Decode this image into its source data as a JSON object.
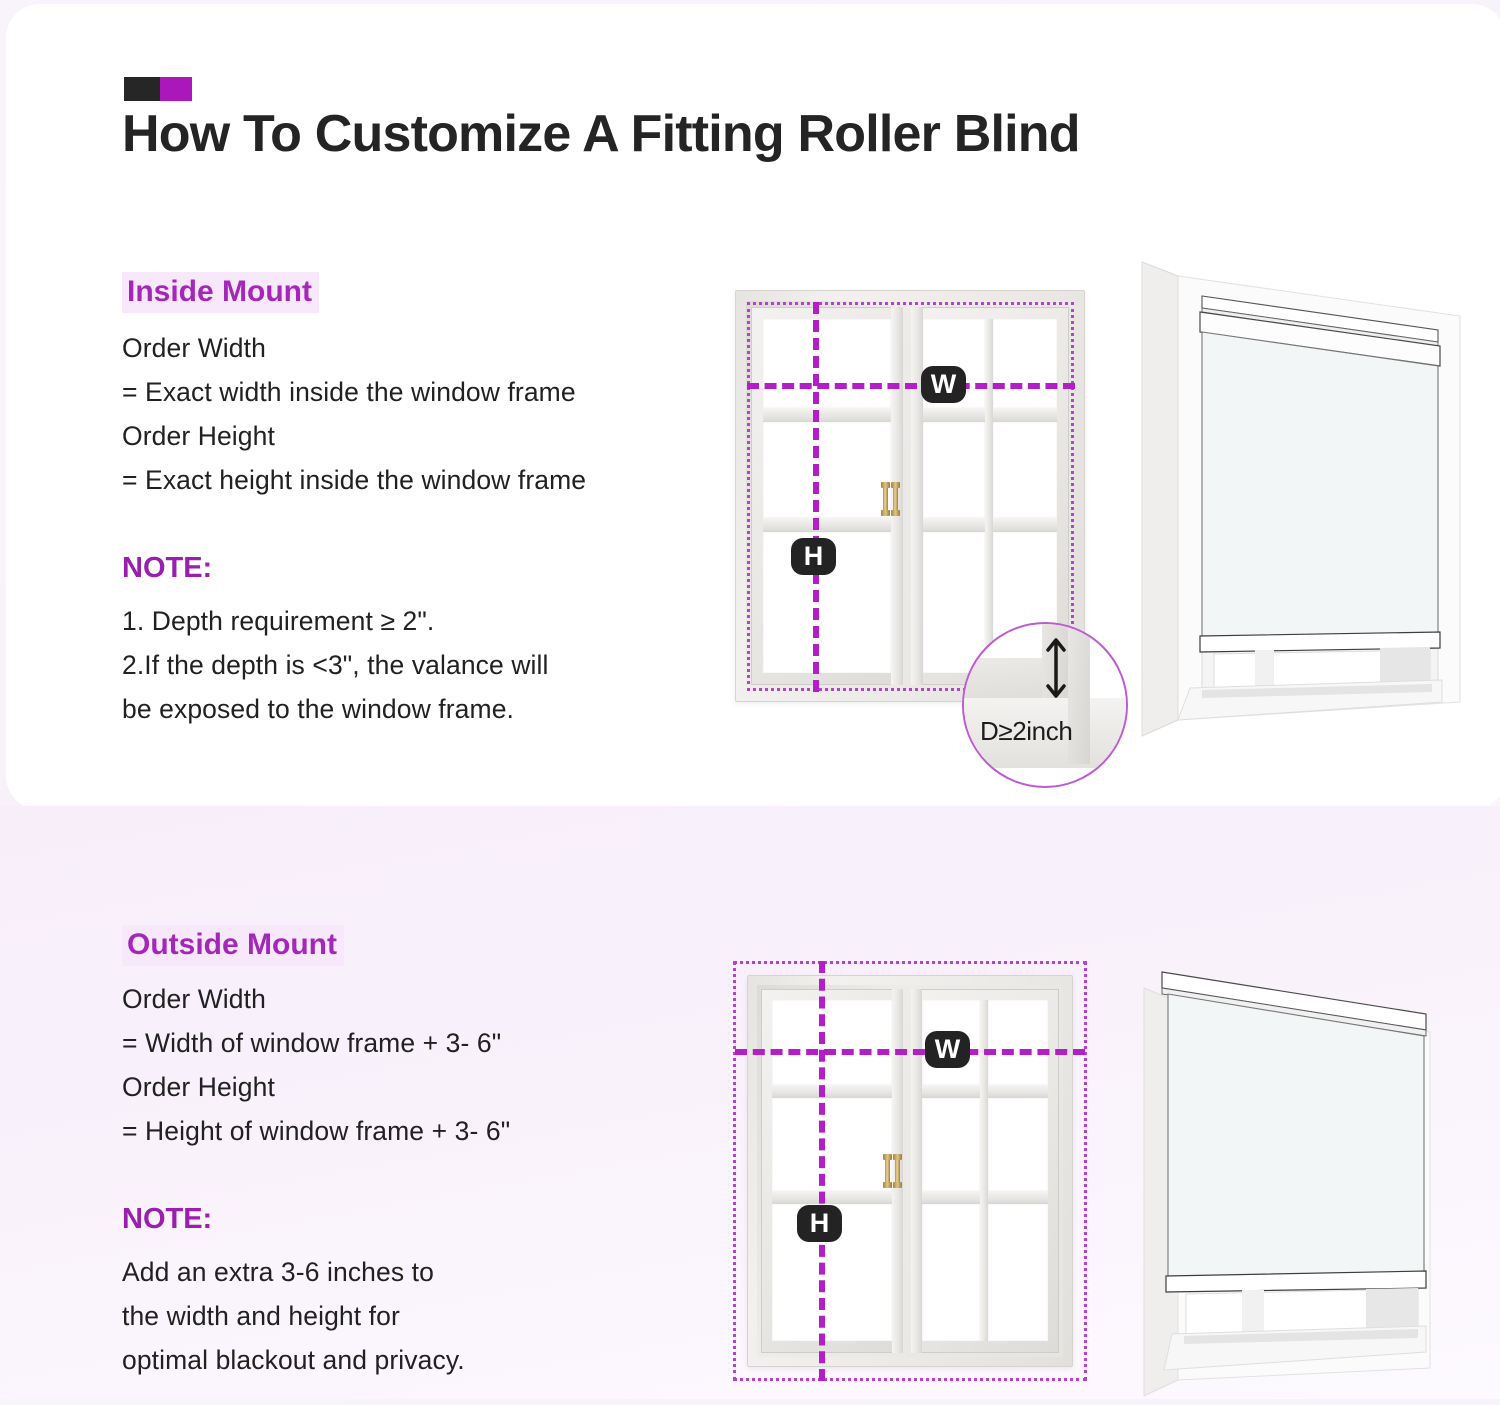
{
  "header": {
    "title": "How To Customize A Fitting Roller Blind",
    "mark_dark_color": "#262626",
    "mark_accent_color": "#aa18bb"
  },
  "sections": [
    {
      "id": "inside-mount",
      "label": "Inside Mount",
      "lines": [
        "Order Width",
        "= Exact width inside the window frame",
        "Order Height",
        "= Exact height inside the window frame"
      ],
      "note_label": "NOTE:",
      "note_lines": [
        "1. Depth requirement ≥ 2\".",
        "2.If the depth is <3\", the valance will",
        "be exposed to the window frame."
      ],
      "diagram": {
        "width_badge": "W",
        "height_badge": "H",
        "depth_callout": "D≥2inch"
      }
    },
    {
      "id": "outside-mount",
      "label": "Outside Mount",
      "lines": [
        "Order Width",
        "= Width of window frame + 3- 6\"",
        "Order Height",
        "= Height of window frame + 3- 6\""
      ],
      "note_label": "NOTE:",
      "note_lines": [
        "Add an extra 3-6 inches to",
        "the width and height for",
        "optimal blackout and privacy."
      ],
      "diagram": {
        "width_badge": "W",
        "height_badge": "H"
      }
    }
  ],
  "colors": {
    "accent_purple": "#a428b8",
    "measure_line": "#b41ec9",
    "highlight_bg": "#f7e9fb",
    "badge_bg": "#232323",
    "page_bg": "#f8f1fa"
  }
}
